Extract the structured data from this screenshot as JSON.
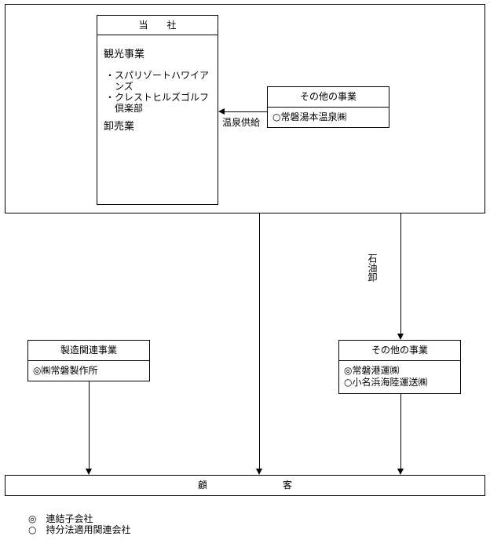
{
  "company": {
    "header": "当　　社",
    "sections": [
      {
        "title": "観光事業",
        "items": [
          "・スパリゾートハワイア",
          "　ンズ",
          "・クレストヒルズゴルフ",
          "　倶楽部"
        ]
      },
      {
        "title": "卸売業",
        "items": []
      }
    ]
  },
  "other_business_top": {
    "header": "その他の事業",
    "members": [
      "○常磐湯本温泉㈱"
    ]
  },
  "hot_spring_supply_label": "温泉供給",
  "oil_wholesale_label": "石油卸",
  "manufacturing": {
    "header": "製造関連事業",
    "members": [
      "◎㈱常磐製作所"
    ]
  },
  "other_business_bottom": {
    "header": "その他の事業",
    "members": [
      "◎常磐港運㈱",
      "○小名浜海陸運送㈱"
    ]
  },
  "customer_label": "顧　　　　　　　　客",
  "legend": [
    "◎　連結子会社",
    "○　持分法適用関連会社"
  ]
}
